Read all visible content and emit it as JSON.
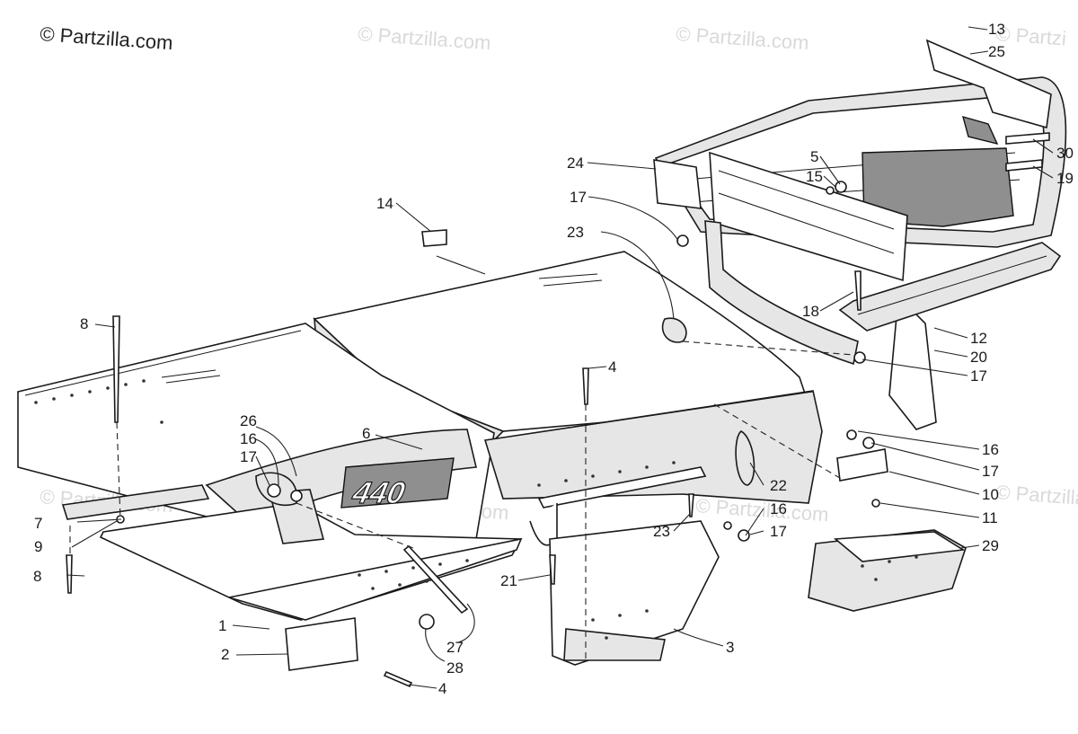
{
  "watermark": {
    "main": "© Partzilla.com",
    "faded_repeat": "© Partzilla.com",
    "faded_right": "© Partzi",
    "faded_right_lower": "© Partzilla"
  },
  "decal_text": "440",
  "callouts": {
    "c1": "1",
    "c2": "2",
    "c3": "3",
    "c4a": "4",
    "c4b": "4",
    "c5": "5",
    "c6": "6",
    "c7": "7",
    "c8a": "8",
    "c8b": "8",
    "c9": "9",
    "c10": "10",
    "c11": "11",
    "c12": "12",
    "c13": "13",
    "c14": "14",
    "c15": "15",
    "c16a": "16",
    "c16b": "16",
    "c16c": "16",
    "c17a": "17",
    "c17b": "17",
    "c17c": "17",
    "c17d": "17",
    "c17e": "17",
    "c18": "18",
    "c19": "19",
    "c20": "20",
    "c21": "21",
    "c22": "22",
    "c23a": "23",
    "c23b": "23",
    "c24": "24",
    "c25": "25",
    "c26": "26",
    "c27": "27",
    "c28": "28",
    "c29": "29",
    "c30": "30"
  }
}
